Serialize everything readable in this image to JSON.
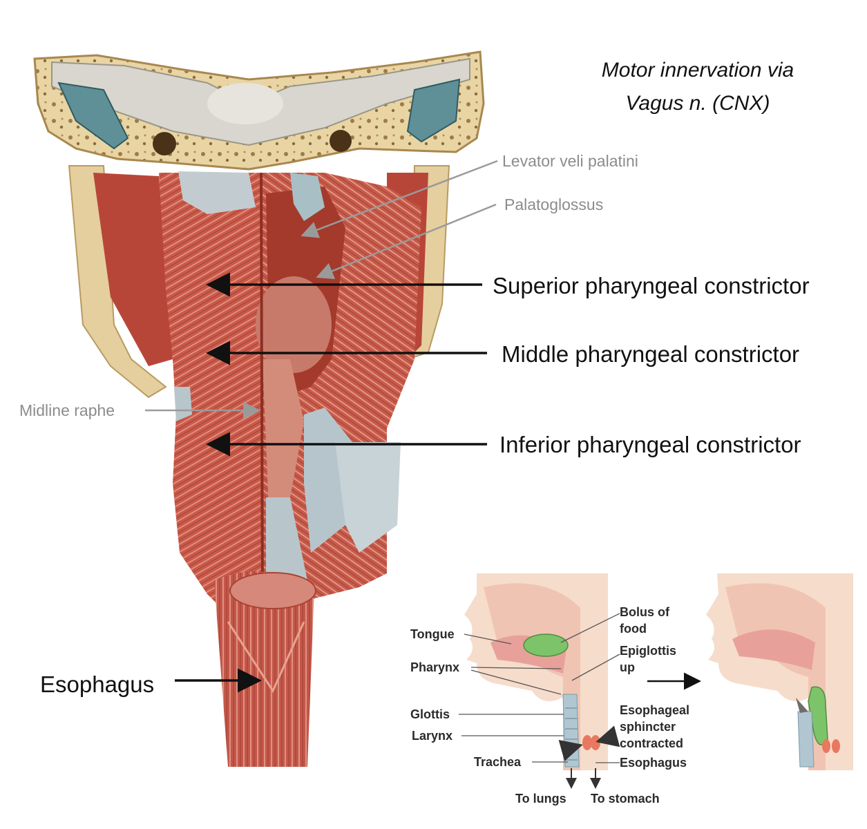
{
  "title": {
    "line1": "Motor innervation via",
    "line2": "Vagus n. (CNX)"
  },
  "main_labels": {
    "levator": "Levator veli palatini",
    "palatoglossus": "Palatoglossus",
    "superior": "Superior pharyngeal constrictor",
    "middle": "Middle pharyngeal constrictor",
    "midline_raphe": "Midline raphe",
    "inferior": "Inferior pharyngeal constrictor",
    "esophagus": "Esophagus"
  },
  "inset_labels": {
    "tongue": "Tongue",
    "pharynx": "Pharynx",
    "glottis": "Glottis",
    "larynx": "Larynx",
    "trachea": "Trachea",
    "bolus": "Bolus of\nfood",
    "epiglottis": "Epiglottis\nup",
    "sphincter": "Esophageal\nsphincter\ncontracted",
    "esophagus": "Esophagus",
    "to_lungs": "To lungs",
    "to_stomach": "To stomach"
  },
  "colors": {
    "muscle": "#c9594a",
    "muscle_light": "#e39a88",
    "bone": "#e8d3a6",
    "tendon": "#b9c8cf",
    "inset_skin": "#f5d9c6",
    "bolus": "#7dc36a",
    "arrow_black": "#111111",
    "leader_grey": "#999999"
  }
}
